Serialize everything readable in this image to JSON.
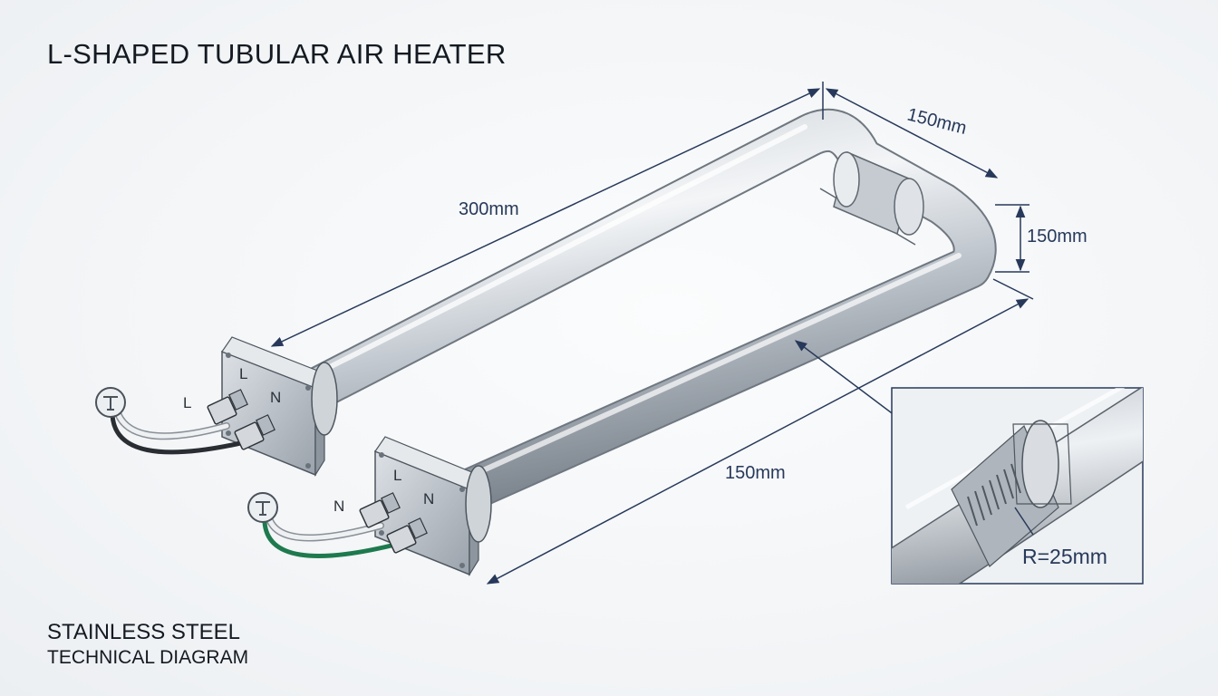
{
  "title": "L-SHAPED TUBULAR AIR HEATER",
  "footer": {
    "line1": "STAINLESS STEEL",
    "line2": "TECHNICAL DIAGRAM"
  },
  "dimensions": {
    "top_length": "300mm",
    "top_width": "150mm",
    "side_height": "150mm",
    "bottom_length": "150mm",
    "bend_radius": "R=25mm"
  },
  "terminals": {
    "upper_flange": {
      "left_label": "L",
      "right_label": "N",
      "wire_label": "L"
    },
    "lower_flange": {
      "left_label": "L",
      "right_label": "N",
      "wire_label": "N"
    }
  },
  "colors": {
    "dimension": "#27395a",
    "steel_light": "#e4e8ec",
    "steel_dark": "#8a929b",
    "wire_black": "#2a2d31",
    "wire_green": "#1e7a4e"
  }
}
